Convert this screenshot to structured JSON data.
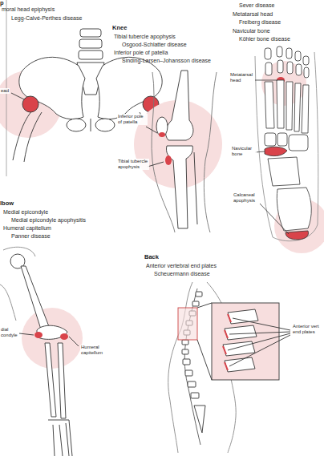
{
  "diagram": {
    "labels": [
      "p",
      "moral head epiphysis",
      "Legg-Calvé-Perthes disease",
      "ead",
      "Knee",
      "Tibial tubercle apophysis",
      "Osgood-Schlatter disease",
      "Inferior pole of patella",
      "Sinding-Larsen–Johansson disease",
      "Inferior pole of patella",
      "Tibial tubercle apophysis",
      "Sever disease",
      "Metatarsal head",
      "Freiberg disease",
      "Navicular bone",
      "Köhler bone disease",
      "Metatarsal head",
      "Navicular bone",
      "Calcaneal apophysis",
      "lbow",
      "Medial epicondyle",
      "Medial epicondyle apophysitis",
      "Humeral capitellum",
      "Panner disease",
      "dial condyle",
      "Humeral capitellum",
      "Back",
      "Anterior vertebral end plates",
      "Scheuermann disease",
      "Anterior vert end plates"
    ]
  }
}
